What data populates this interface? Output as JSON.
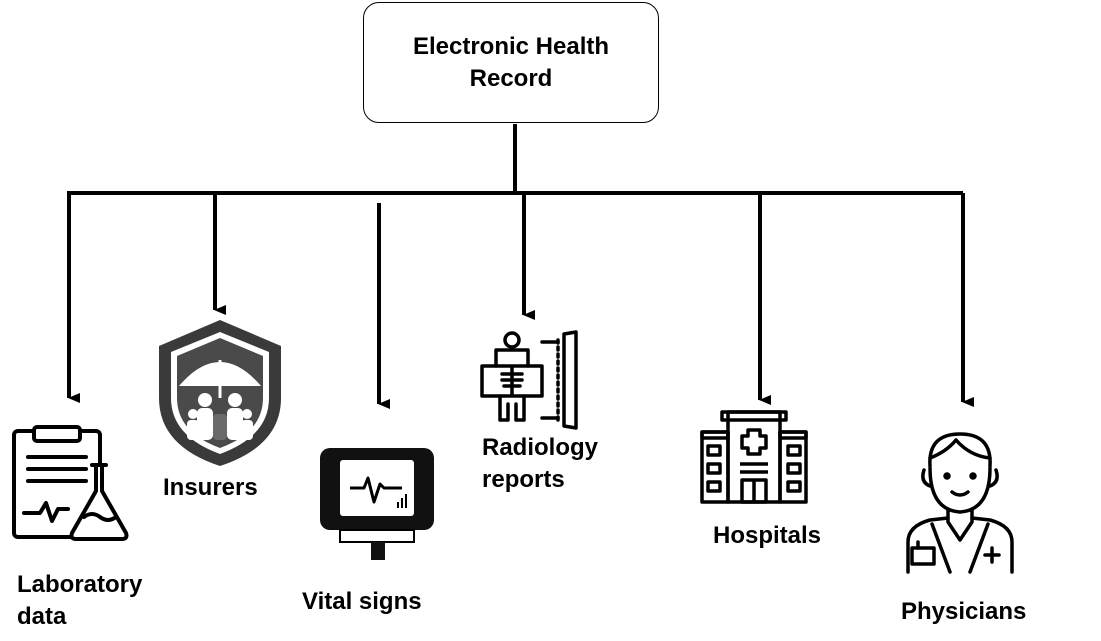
{
  "root": {
    "line1": "Electronic Health",
    "line2": "Record"
  },
  "nodes": [
    {
      "id": "laboratory",
      "label_line1": "Laboratory",
      "label_line2": "data",
      "icon": "clipboard-flask-icon"
    },
    {
      "id": "insurers",
      "label_line1": "Insurers",
      "icon": "umbrella-shield-icon"
    },
    {
      "id": "vital",
      "label_line1": "Vital signs",
      "icon": "vital-monitor-icon"
    },
    {
      "id": "radiology",
      "label_line1": "Radiology",
      "label_line2": "reports",
      "icon": "xray-icon"
    },
    {
      "id": "hospitals",
      "label_line1": "Hospitals",
      "icon": "hospital-building-icon"
    },
    {
      "id": "physicians",
      "label_line1": "Physicians",
      "icon": "doctor-icon"
    }
  ]
}
